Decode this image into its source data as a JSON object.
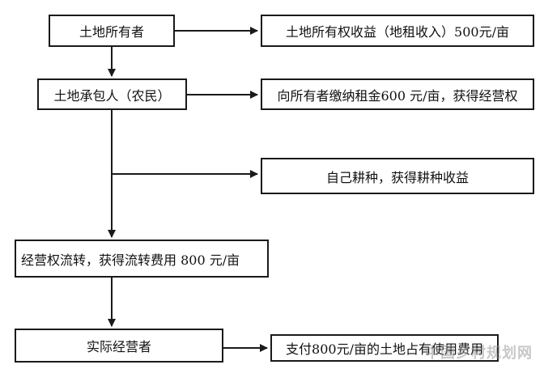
{
  "nodes": {
    "landowner": "土地所有者",
    "owner_income": "土地所有权收益（地租收入）500元/亩",
    "contractor": "土地承包人（农民）",
    "pay_rent": "向所有者缴纳租金600 元/亩，获得经营权",
    "self_farm": "自己耕种，获得耕种收益",
    "transfer": "经营权流转，获得流转费用 800 元/亩",
    "operator": "实际经营者",
    "pay_fee": "支付800元/亩的土地占有使用费用"
  },
  "watermark": "中国乡村规划网",
  "colors": {
    "line": "#1a1a1a",
    "box_border": "#1a1a1a",
    "watermark": "#9a9a9a"
  }
}
